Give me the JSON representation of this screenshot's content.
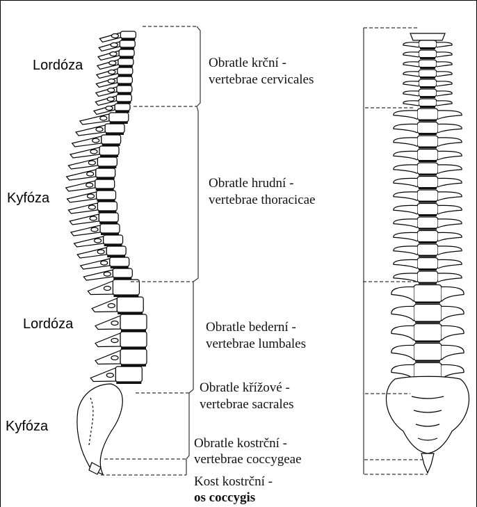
{
  "curvatures": [
    {
      "label": "Lordóza"
    },
    {
      "label": "Kyfóza"
    },
    {
      "label": "Lordóza"
    },
    {
      "label": "Kyfóza"
    }
  ],
  "regions": [
    {
      "name": "Obratle krční -",
      "latin": "vertebrae cervicales"
    },
    {
      "name": "Obratle hrudní -",
      "latin": "vertebrae thoracicae"
    },
    {
      "name": "Obratle bederní -",
      "latin": "vertebrae lumbales"
    },
    {
      "name": "Obratle křížové -",
      "latin": "vertebrae sacrales"
    },
    {
      "name": "Obratle kostrční -",
      "latin": "vertebrae coccygeae"
    },
    {
      "name": "Kost kostrční -",
      "latin": "os coccygis"
    }
  ]
}
